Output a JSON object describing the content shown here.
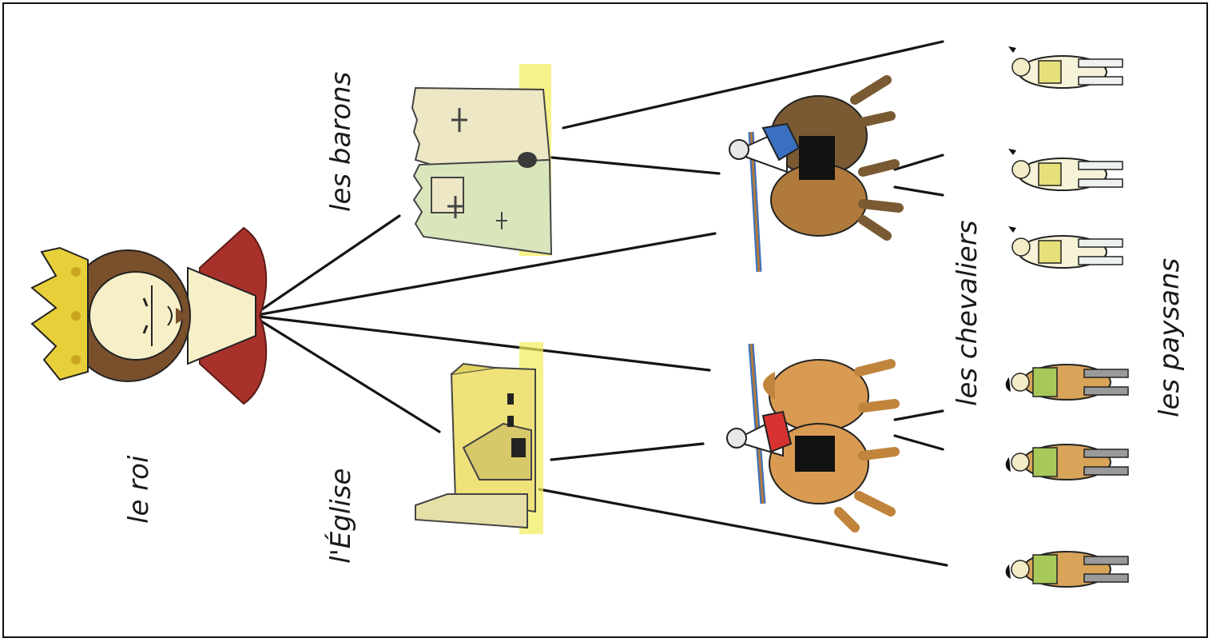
{
  "labels": {
    "king": "le roi",
    "church": "l'Église",
    "barons": "les barons",
    "knights": "les chevaliers",
    "peasants": "les paysans"
  },
  "colors": {
    "line": "#151515",
    "highlight": "#f2ec58",
    "crown": "#e6cf39",
    "robe": "#a8322b",
    "skin": "#f6efc8",
    "hair": "#7a4f2c",
    "horse": "#b07a3c",
    "horse_brown": "#7a5a33",
    "knight_red": "#d63232",
    "knight_blue": "#3a70c0",
    "peasant_green": "#a7c95a",
    "peasant_tan": "#d7a45a"
  },
  "icons": {
    "king": "crowned-king-icon",
    "church": "church-building-icon",
    "castle": "castle-icon",
    "knight": "mounted-knight-icon",
    "peasant": "peasant-figure-icon"
  }
}
